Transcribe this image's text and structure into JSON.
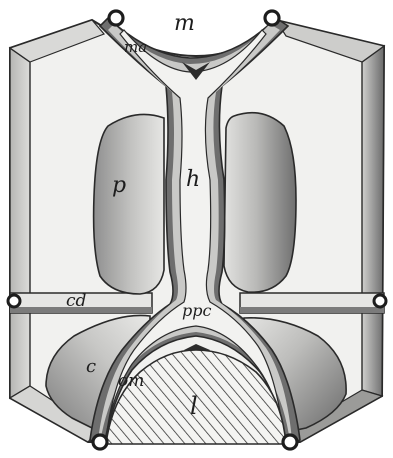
{
  "figure": {
    "background": "#ffffff",
    "ink": "#2a2a2a",
    "paper_shade": "#f3f3f1",
    "labels": {
      "m": "m",
      "ma": "ma",
      "p": "p",
      "h": "h",
      "cd": "cd",
      "ppc": "ppc",
      "c": "c",
      "om": "om",
      "l": "l"
    }
  }
}
